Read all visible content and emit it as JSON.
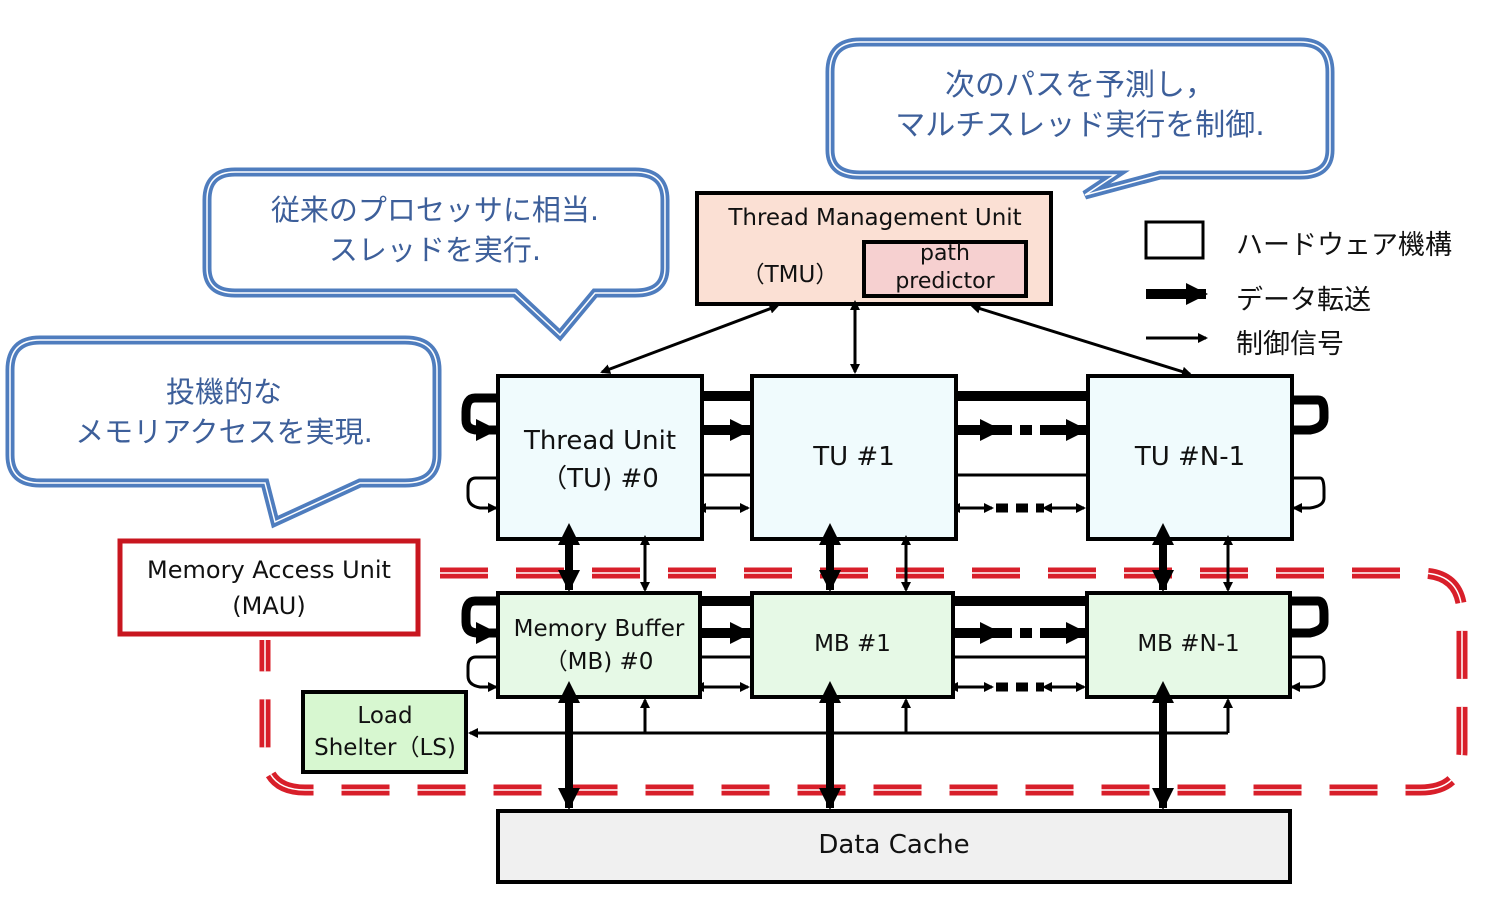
{
  "callouts": {
    "tmu_note": "次のパスを予測し，\nマルチスレッド実行を制御.",
    "tu_note": "従来のプロセッサに相当.\nスレッドを実行.",
    "mau_note": "投機的な\nメモリアクセスを実現."
  },
  "legend": {
    "hardware": "ハードウェア機構",
    "data_transfer": "データ転送",
    "control_signal": "制御信号"
  },
  "tmu": {
    "title": "Thread Management Unit",
    "abbr": "（TMU）",
    "predictor": "path\npredictor"
  },
  "thread_units": [
    {
      "label": "Thread Unit\n（TU) #0"
    },
    {
      "label": "TU #1"
    },
    {
      "label": "TU #N-1"
    }
  ],
  "memory_buffers": [
    {
      "label": "Memory Buffer\n（MB) #0"
    },
    {
      "label": "MB #1"
    },
    {
      "label": "MB #N-1"
    }
  ],
  "mau": {
    "label": "Memory Access Unit\n(MAU)"
  },
  "load_shelter": {
    "label": "Load\nShelter（LS)"
  },
  "data_cache": {
    "label": "Data Cache"
  },
  "colors": {
    "callout_border": "#4f7dbe",
    "callout_text": "#3d5f9a",
    "mau_red": "#d81f2a",
    "tmu_fill": "#fbe0d4",
    "predictor_fill": "#f6d0d0",
    "tu_fill": "#f0fbfd",
    "mb_fill": "#e6f9e6",
    "ls_fill": "#d7f7d0",
    "cache_fill": "#f0f0f0"
  }
}
